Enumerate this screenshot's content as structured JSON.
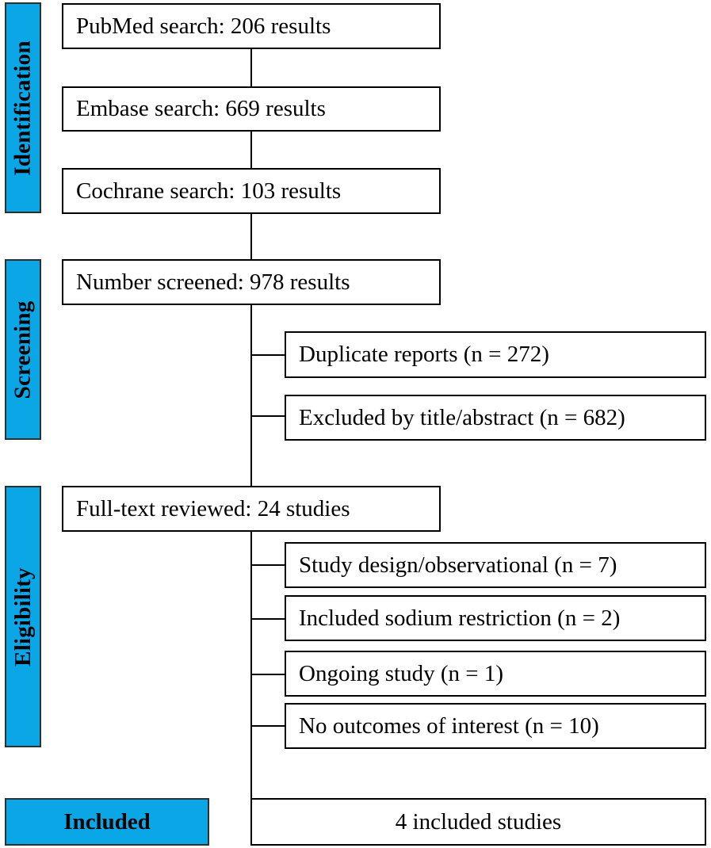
{
  "phases": {
    "identification": "Identification",
    "screening": "Screening",
    "eligibility": "Eligibility",
    "included": "Included"
  },
  "identification": {
    "pubmed": "PubMed search: 206 results",
    "embase": "Embase search: 669 results",
    "cochrane": "Cochrane search: 103 results"
  },
  "screening": {
    "screened": "Number screened: 978 results",
    "duplicates": "Duplicate reports (n = 272)",
    "excluded_title_abstract": "Excluded by title/abstract (n = 682)"
  },
  "eligibility": {
    "full_text": "Full-text reviewed: 24 studies",
    "study_design": "Study design/observational (n = 7)",
    "sodium_restriction": "Included sodium restriction (n = 2)",
    "ongoing": "Ongoing study (n = 1)",
    "no_outcomes": "No outcomes of interest (n = 10)"
  },
  "included": {
    "studies": "4 included studies"
  },
  "colors": {
    "phase_fill": "#0aa6e6",
    "phase_border": "#2f2f2f",
    "line": "#000000"
  }
}
